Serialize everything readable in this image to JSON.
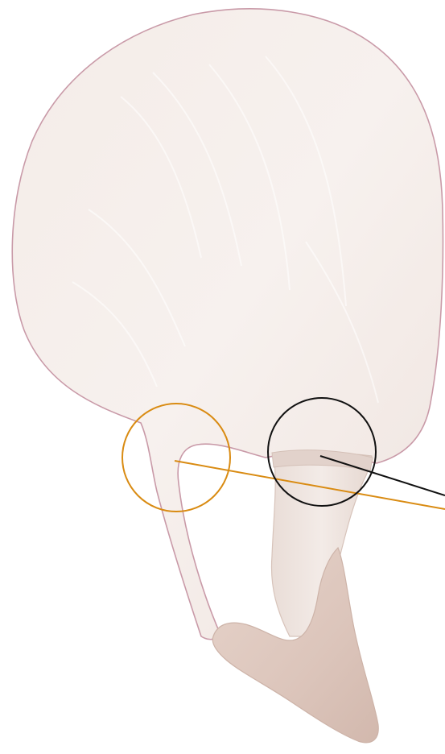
{
  "colors": {
    "background": "#ffffff",
    "specimen_fill": "#f3ebe7",
    "specimen_outline": "#c9a3ad",
    "base_fill": "#e3cfc6",
    "base_shadow": "#d7beb3",
    "shaft_fill": "#f0e6e1",
    "callout_orange": "#d98b12",
    "callout_black": "#111111"
  },
  "callouts": [
    {
      "name": "orange-callout",
      "color": "orange"
    },
    {
      "name": "black-callout",
      "color": "black"
    }
  ]
}
